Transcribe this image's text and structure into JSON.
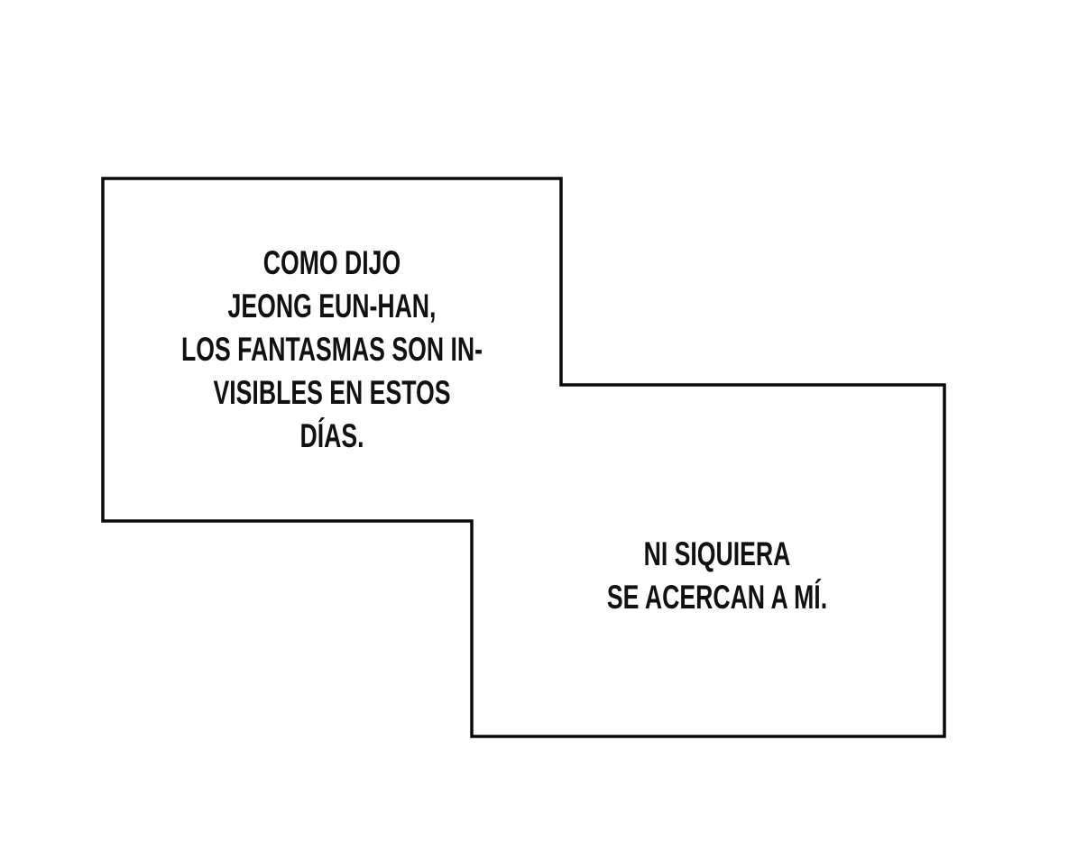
{
  "panel": {
    "type": "comic-speech-panel",
    "background_color": "#fefefe",
    "bubble_fill_color": "#ffffff",
    "outline_color": "#0a0a0a",
    "text_color": "#111111"
  },
  "bubbles": [
    {
      "id": "bubble-1",
      "text": "COMO DIJO JEONG EUN-HAN, LOS FANTASMAS SON IN-VISIBLES EN ESTOS DÍAS.",
      "lines": [
        "COMO DIJO",
        "JEONG EUN-HAN,",
        "LOS FANTASMAS SON IN-",
        "VISIBLES EN ESTOS",
        "DÍAS."
      ]
    },
    {
      "id": "bubble-2",
      "text": "NI SIQUIERA SE ACERCAN A MÍ.",
      "lines": [
        "NI SIQUIERA",
        "SE ACERCAN A MÍ."
      ]
    }
  ]
}
